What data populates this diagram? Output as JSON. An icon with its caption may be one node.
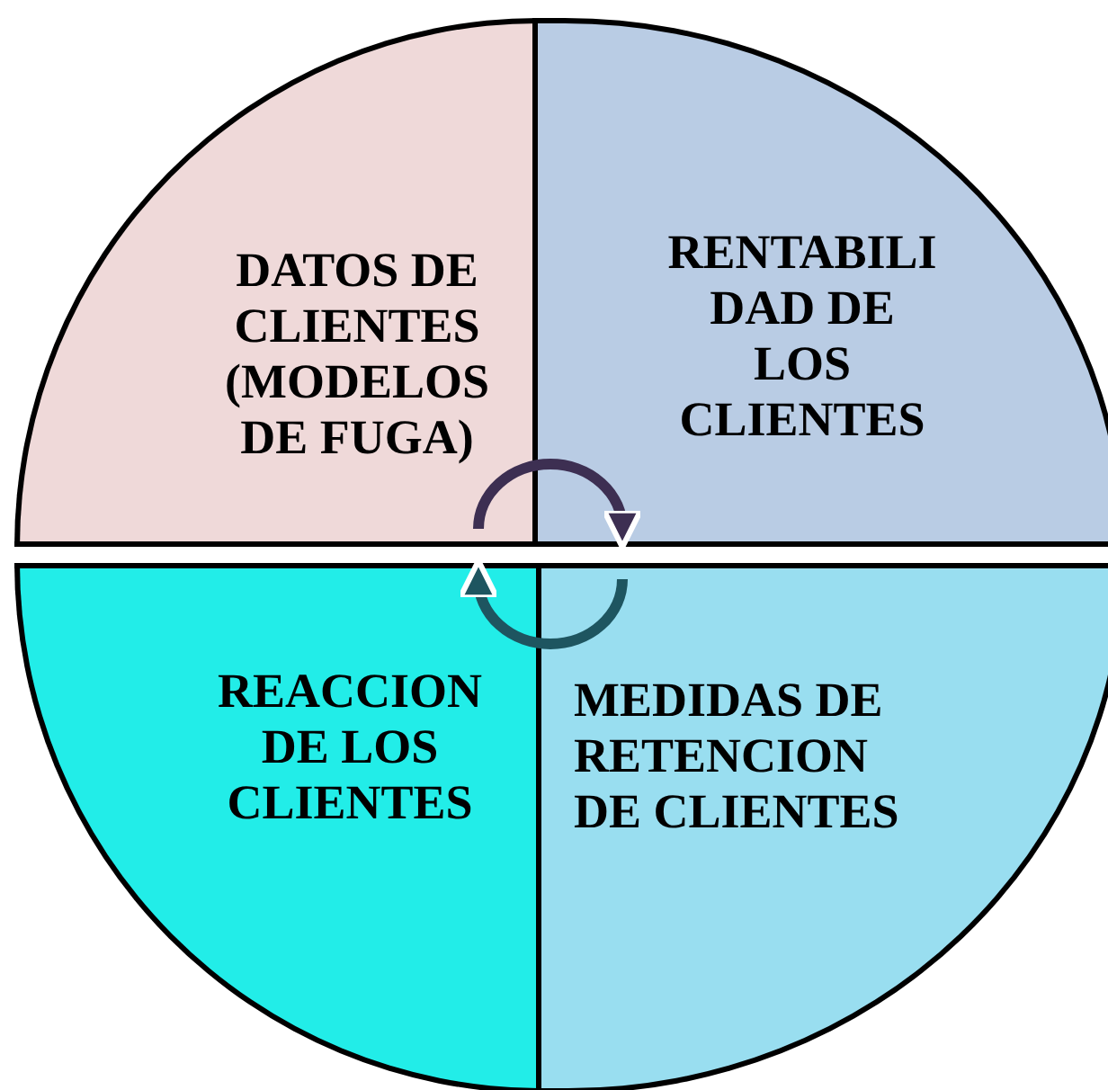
{
  "diagram": {
    "nodes": [
      {
        "text": [
          "DATOS DE CLIENTES (MODELOS DE FUGA)"
        ]
      },
      {
        "text": [
          "RENTABILIDAD DE LOS CLIENTES"
        ]
      },
      {
        "text": [
          "REACCION DE LOS CLIENTES"
        ]
      },
      {
        "text": [
          "MEDIDAS DE RETENCION DE CLIENTES"
        ]
      }
    ],
    "edges": [
      {
        "from": 0,
        "to": 1,
        "arrow": "to",
        "color": "#3d2f52"
      },
      {
        "from": 3,
        "to": 2,
        "arrow": "to",
        "color": "#1e5560"
      }
    ]
  }
}
